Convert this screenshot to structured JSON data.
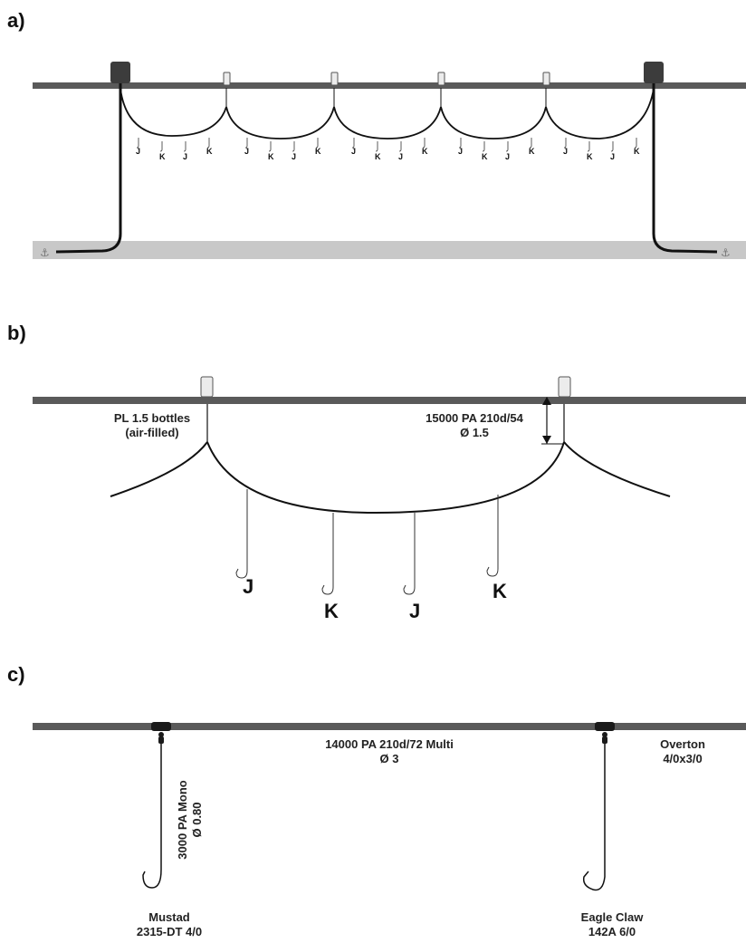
{
  "panels": {
    "a": {
      "label": "a)",
      "hooks": [
        "J",
        "K",
        "J",
        "K"
      ]
    },
    "b": {
      "label": "b)",
      "float_text": [
        "PL 1.5 bottles",
        "(air-filled)"
      ],
      "branch_text": [
        "15000 PA 210d/54",
        "Ø 1.5"
      ],
      "hooks": [
        "J",
        "K",
        "J",
        "K"
      ]
    },
    "c": {
      "label": "c)",
      "mainline_text": [
        "14000 PA 210d/72 Multi",
        "Ø 3"
      ],
      "snood_text": [
        "3000 PA Mono",
        "Ø 0.80"
      ],
      "left_hook_text": [
        "Mustad",
        "2315-DT 4/0"
      ],
      "right_hook_text": [
        "Eagle Claw",
        "142A 6/0"
      ],
      "clip_text": [
        "Overton",
        "4/0x3/0"
      ]
    }
  },
  "colors": {
    "mainline": "#5a5a5a",
    "seabed": "#c8c8c8",
    "line": "#111111",
    "float_fill": "#ececec",
    "buoy": "#3c3c3c"
  }
}
